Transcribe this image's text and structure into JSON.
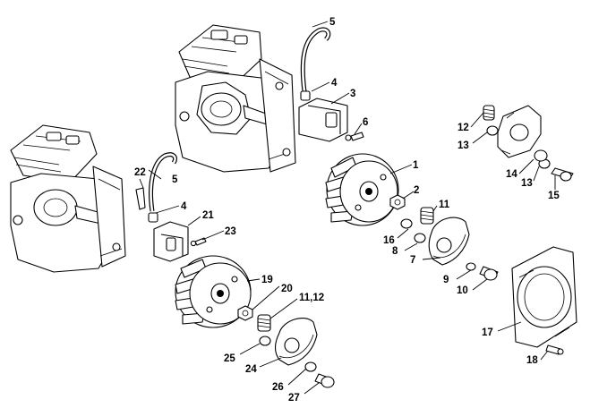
{
  "diagram": {
    "callouts": [
      {
        "id": "1",
        "text": "1"
      },
      {
        "id": "2",
        "text": "2"
      },
      {
        "id": "3",
        "text": "3"
      },
      {
        "id": "4a",
        "text": "4"
      },
      {
        "id": "4b",
        "text": "4"
      },
      {
        "id": "5a",
        "text": "5"
      },
      {
        "id": "5b",
        "text": "5"
      },
      {
        "id": "6",
        "text": "6"
      },
      {
        "id": "7",
        "text": "7"
      },
      {
        "id": "8",
        "text": "8"
      },
      {
        "id": "9",
        "text": "9"
      },
      {
        "id": "10",
        "text": "10"
      },
      {
        "id": "11",
        "text": "11"
      },
      {
        "id": "11_12",
        "text": "11,12"
      },
      {
        "id": "12",
        "text": "12"
      },
      {
        "id": "13a",
        "text": "13"
      },
      {
        "id": "13b",
        "text": "13"
      },
      {
        "id": "14",
        "text": "14"
      },
      {
        "id": "15",
        "text": "15"
      },
      {
        "id": "16",
        "text": "16"
      },
      {
        "id": "17",
        "text": "17"
      },
      {
        "id": "18",
        "text": "18"
      },
      {
        "id": "19",
        "text": "19"
      },
      {
        "id": "20",
        "text": "20"
      },
      {
        "id": "21",
        "text": "21"
      },
      {
        "id": "22",
        "text": "22"
      },
      {
        "id": "23",
        "text": "23"
      },
      {
        "id": "24",
        "text": "24"
      },
      {
        "id": "25",
        "text": "25"
      },
      {
        "id": "26",
        "text": "26"
      },
      {
        "id": "27",
        "text": "27"
      }
    ]
  }
}
